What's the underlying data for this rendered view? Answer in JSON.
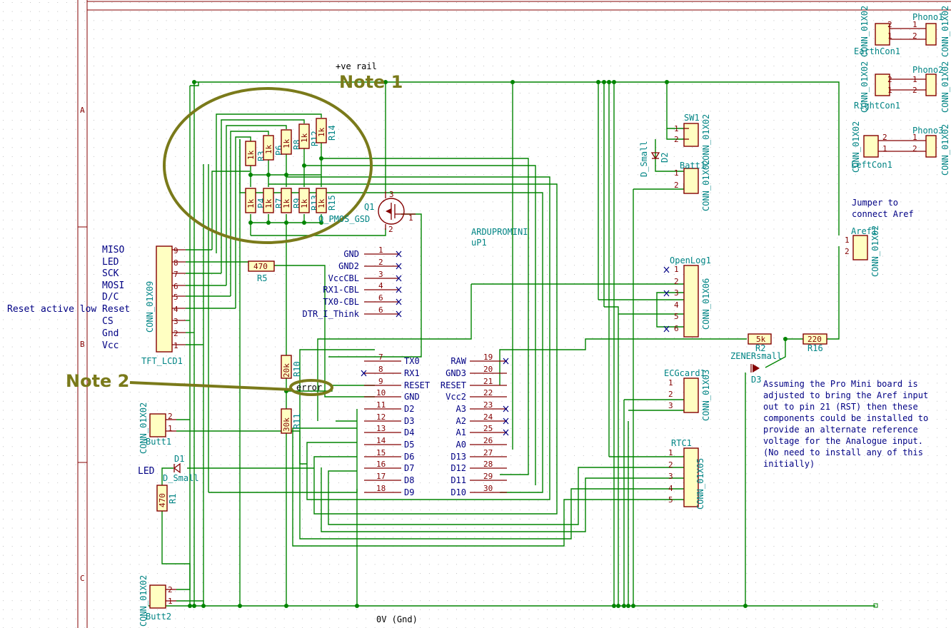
{
  "frame": {
    "row_labels": [
      "A",
      "B",
      "C"
    ]
  },
  "rails": {
    "pos": "+ve rail",
    "gnd": "0V (Gnd)"
  },
  "notes": {
    "note1": "Note 1",
    "note2": "Note 2",
    "error": "error",
    "reset_note": "Reset active low",
    "jumper1": "Jumper to",
    "jumper2": "connect Aref"
  },
  "resistors": {
    "top": [
      {
        "ref": "R3",
        "val": "1k"
      },
      {
        "ref": "P6",
        "val": "1k"
      },
      {
        "ref": "R8",
        "val": "1k"
      },
      {
        "ref": "R12",
        "val": "1k"
      },
      {
        "ref": "R14",
        "val": "1k"
      }
    ],
    "bottom": [
      {
        "ref": "P4",
        "val": "1k"
      },
      {
        "ref": "R7",
        "val": "1k"
      },
      {
        "ref": "R9",
        "val": "1k"
      },
      {
        "ref": "R13",
        "val": "1k"
      },
      {
        "ref": "R15",
        "val": "1k"
      }
    ],
    "r5": {
      "ref": "R5",
      "val": "470"
    },
    "r10": {
      "ref": "R10",
      "val": "20k"
    },
    "r11": {
      "ref": "R11",
      "val": "30k"
    },
    "r1": {
      "ref": "R1",
      "val": "470"
    },
    "r2": {
      "ref": "R2",
      "val": "5k"
    },
    "r16": {
      "ref": "R16",
      "val": "220"
    }
  },
  "q1": {
    "ref": "Q1",
    "model": "Q_PMOS_GSD",
    "pins": [
      "3",
      "2",
      "1"
    ]
  },
  "tft": {
    "ref": "TFT_LCD1",
    "type": "CONN_01X09",
    "pins": [
      "9",
      "8",
      "7",
      "6",
      "5",
      "4",
      "3",
      "2",
      "1"
    ],
    "signals": [
      "MISO",
      "LED",
      "SCK",
      "MOSI",
      "D/C",
      "Reset",
      "CS",
      "Gnd",
      "Vcc"
    ]
  },
  "mcu": {
    "ref": "uP1",
    "name": "ARDUPROMINI",
    "top_pins": [
      {
        "name": "GND",
        "num": "1"
      },
      {
        "name": "GND2",
        "num": "2"
      },
      {
        "name": "VccCBL",
        "num": "3"
      },
      {
        "name": "RX1-CBL",
        "num": "4"
      },
      {
        "name": "TX0-CBL",
        "num": "6"
      },
      {
        "name": "DTR_I_Think",
        "num": "6"
      }
    ],
    "left_pins": [
      {
        "num": "7",
        "name": "TX0"
      },
      {
        "num": "8",
        "name": "RX1"
      },
      {
        "num": "9",
        "name": "RESET"
      },
      {
        "num": "10",
        "name": "GND"
      },
      {
        "num": "11",
        "name": "D2"
      },
      {
        "num": "12",
        "name": "D3"
      },
      {
        "num": "13",
        "name": "D4"
      },
      {
        "num": "14",
        "name": "D5"
      },
      {
        "num": "15",
        "name": "D6"
      },
      {
        "num": "16",
        "name": "D7"
      },
      {
        "num": "17",
        "name": "D8"
      },
      {
        "num": "18",
        "name": "D9"
      }
    ],
    "right_pins": [
      {
        "name": "RAW",
        "num": "19"
      },
      {
        "name": "GND3",
        "num": "20"
      },
      {
        "name": "RESET",
        "num": "21"
      },
      {
        "name": "Vcc2",
        "num": "22"
      },
      {
        "name": "A3",
        "num": "23"
      },
      {
        "name": "A2",
        "num": "24"
      },
      {
        "name": "A1",
        "num": "25"
      },
      {
        "name": "A0",
        "num": "26"
      },
      {
        "name": "D13",
        "num": "27"
      },
      {
        "name": "D12",
        "num": "28"
      },
      {
        "name": "D11",
        "num": "29"
      },
      {
        "name": "D10",
        "num": "30"
      }
    ]
  },
  "sw1": {
    "ref": "SW1",
    "type": "CONN_01X02",
    "pins": [
      "1",
      "2"
    ]
  },
  "batt": {
    "ref": "Batt1",
    "type": "CONN_01X02",
    "pins": [
      "1",
      "2"
    ]
  },
  "d2": {
    "ref": "D2",
    "type": "D_Small"
  },
  "openlog": {
    "ref": "OpenLog1",
    "type": "CONN_01X06",
    "pins": [
      "1",
      "2",
      "3",
      "4",
      "5",
      "6"
    ]
  },
  "ecg": {
    "ref": "ECGcard1",
    "type": "CONN_01X03",
    "pins": [
      "1",
      "2",
      "3"
    ]
  },
  "rtc": {
    "ref": "RTC1",
    "type": "CONN_01X05",
    "pins": [
      "1",
      "2",
      "3",
      "4",
      "5"
    ]
  },
  "aref": {
    "ref": "Aref1",
    "type": "CONN_01X02",
    "pins": [
      "1",
      "2"
    ]
  },
  "d3": {
    "ref": "D3",
    "type": "ZENERsmall"
  },
  "d1": {
    "ref": "D1",
    "type": "D_Small",
    "led": "LED"
  },
  "butt1": {
    "ref": "Butt1",
    "type": "CONN_01X02",
    "pins": [
      "2",
      "1"
    ]
  },
  "butt2": {
    "ref": "Butt2",
    "type": "CONN_01X02",
    "pins": [
      "2",
      "1"
    ]
  },
  "phono": [
    {
      "left": "EarthCon1",
      "ltype": "CONN_01X02",
      "right": "Phono1",
      "rtype": "CONN_01X02"
    },
    {
      "left": "RightCon1",
      "ltype": "CONN_01X02",
      "right": "Phono2",
      "rtype": "CONN_01X02"
    },
    {
      "left": "LeftCon1",
      "ltype": "CONN_01X02",
      "right": "Phono3",
      "rtype": "CONN_01X02"
    }
  ],
  "textbox": [
    "Assuming the Pro Mini board is",
    "adjusted to bring the Aref input",
    "out to pin 21 (RST) then these",
    "components could be installed to",
    "provide an alternate reference",
    "voltage for the Analogue input.",
    "(No need to install any of this",
    "initially)"
  ]
}
